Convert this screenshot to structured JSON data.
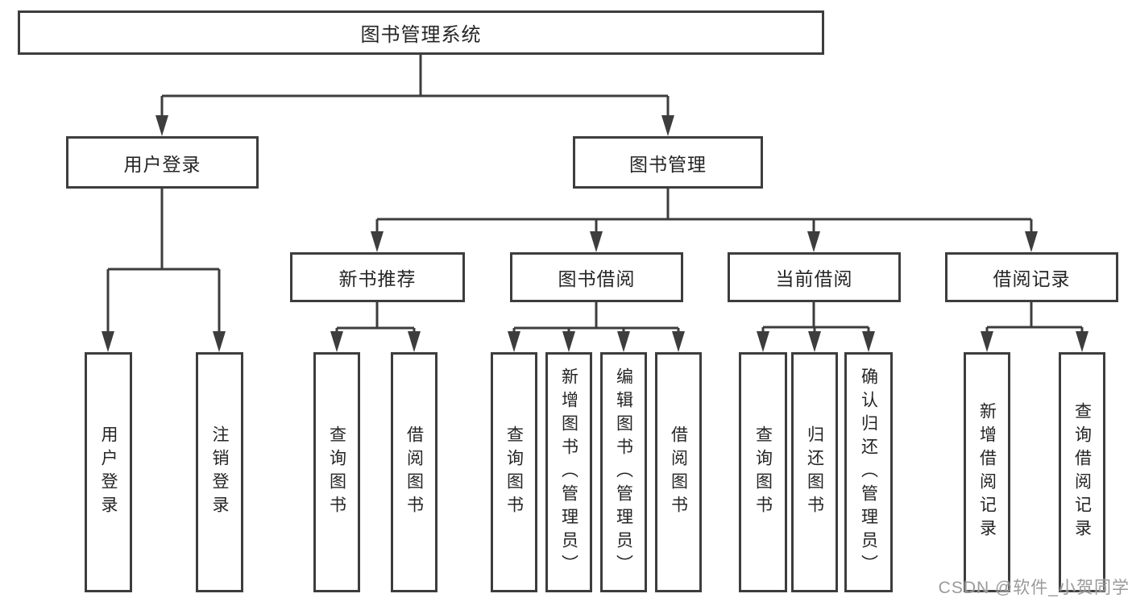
{
  "watermark": "CSDN @软件_小贺同学",
  "tree": {
    "root": "图书管理系统",
    "user_login": "用户登录",
    "book_mgmt": "图书管理",
    "new_book_rec": "新书推荐",
    "book_borrow": "图书借阅",
    "current_borrow": "当前借阅",
    "borrow_records": "借阅记录",
    "leaf_user_login": "用户登录",
    "leaf_logout": "注销登录",
    "leaf_nb_query": "查询图书",
    "leaf_nb_borrow": "借阅图书",
    "leaf_bb_query": "查询图书",
    "leaf_bb_add": "新增图书（管理员）",
    "leaf_bb_edit": "编辑图书（管理员）",
    "leaf_bb_borrow": "借阅图书",
    "leaf_cb_query": "查询图书",
    "leaf_cb_return": "归还图书",
    "leaf_cb_confirm": "确认归还（管理员）",
    "leaf_br_add": "新增借阅记录",
    "leaf_br_query": "查询借阅记录"
  }
}
